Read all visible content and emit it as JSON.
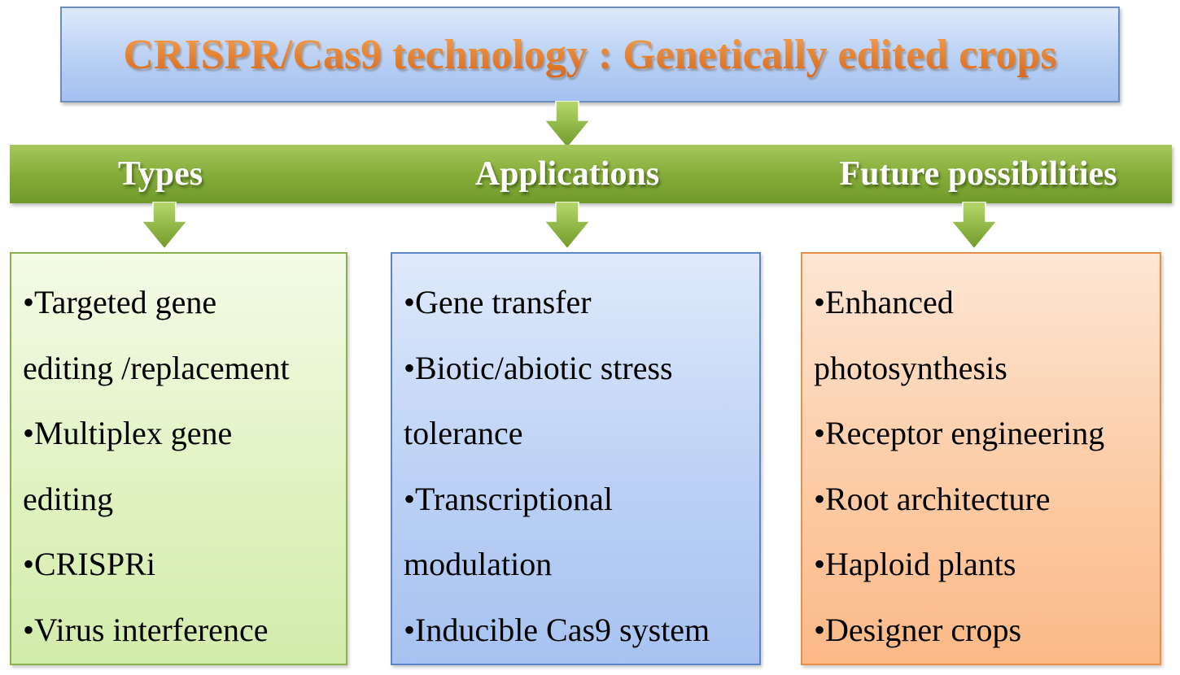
{
  "title": "CRISPR/Cas9 technology : Genetically edited crops",
  "colors": {
    "title_text": "#e67e22",
    "title_box": "#b9d0f4",
    "band": "#86ad3a",
    "arrow": "#8fbc3c",
    "types_box": "#dff2c0",
    "applications_box": "#bcd1f5",
    "future_box": "#fccca6"
  },
  "categories": {
    "types": {
      "label": "Types",
      "lines": [
        "•Targeted gene",
        "editing /replacement",
        "•Multiplex gene",
        "editing",
        "•CRISPRi",
        "•Virus interference"
      ]
    },
    "applications": {
      "label": "Applications",
      "lines": [
        "•Gene transfer",
        "•Biotic/abiotic stress",
        "tolerance",
        "•Transcriptional",
        "modulation",
        "•Inducible Cas9 system"
      ]
    },
    "future": {
      "label": "Future possibilities",
      "lines": [
        "•Enhanced",
        "photosynthesis",
        "•Receptor engineering",
        "•Root architecture",
        "•Haploid plants",
        "•Designer crops"
      ]
    }
  }
}
